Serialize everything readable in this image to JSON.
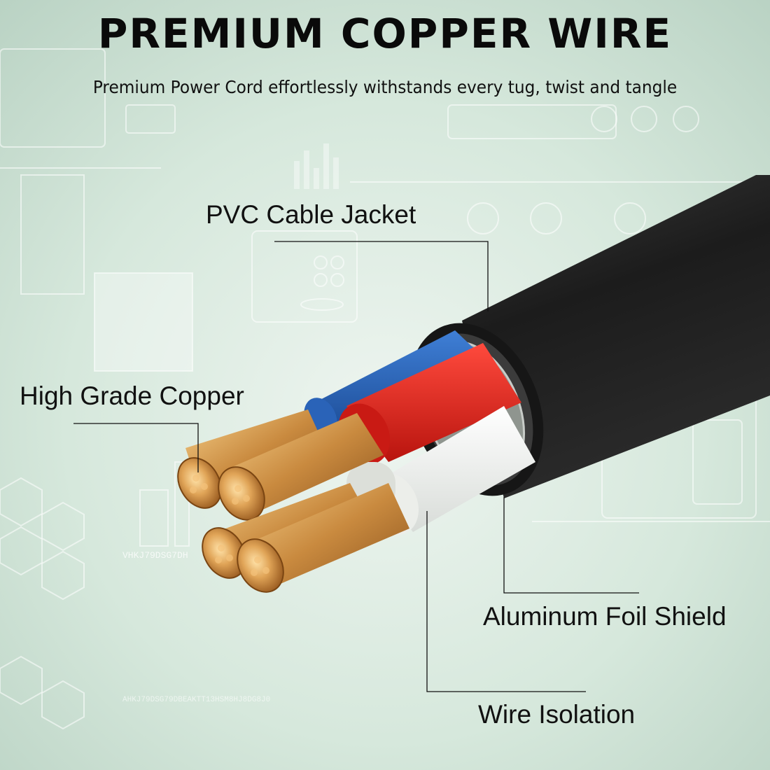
{
  "header": {
    "title": "PREMIUM COPPER WIRE",
    "subtitle": "Premium Power Cord effortlessly withstands every tug, twist and tangle"
  },
  "labels": {
    "jacket": "PVC Cable Jacket",
    "copper": "High Grade Copper",
    "foil": "Aluminum Foil Shield",
    "isolation": "Wire Isolation"
  },
  "background": {
    "code_text_1": "VHKJ79DSG7DH",
    "code_text_2": "AHKJ79DSG79DBEAKTT13HSM8HJ8DG8J0"
  },
  "colors": {
    "background": "#cfe2d6",
    "jacket": "#222222",
    "wire_blue": "#2a63b8",
    "wire_red": "#e0201a",
    "wire_white": "#f4f4f2",
    "copper": "#d99a4e"
  }
}
